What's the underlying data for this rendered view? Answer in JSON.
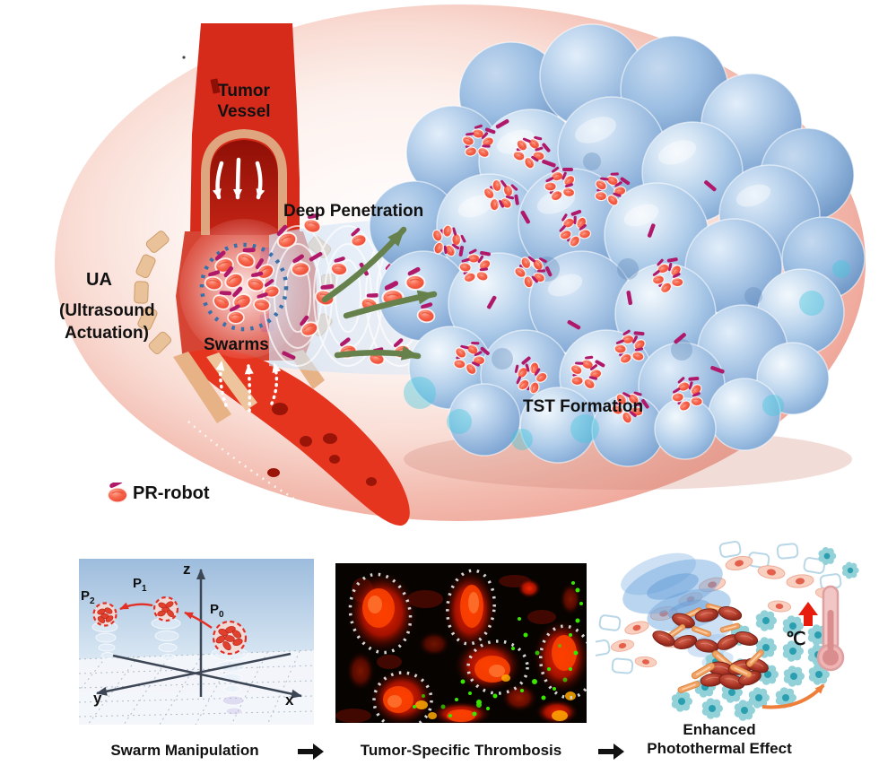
{
  "scene": {
    "labels": {
      "tumor_vessel_line1": "Tumor",
      "tumor_vessel_line2": "Vessel",
      "deep_penetration": "Deep Penetration",
      "ua_abbr": "UA",
      "ua_full_line1": "(Ultrasound",
      "ua_full_line2": "Actuation)",
      "swarms": "Swarms",
      "tst_formation": "TST Formation"
    },
    "legend": {
      "pr_robot": "PR-robot"
    }
  },
  "panels": {
    "swarm_manipulation": {
      "caption": "Swarm Manipulation",
      "axes": {
        "x": "x",
        "y": "y",
        "z": "z"
      },
      "positions": [
        {
          "base": "P",
          "sub": "0"
        },
        {
          "base": "P",
          "sub": "1"
        },
        {
          "base": "P",
          "sub": "2"
        }
      ]
    },
    "thrombosis": {
      "caption": "Tumor-Specific Thrombosis"
    },
    "photothermal": {
      "caption_line1": "Enhanced",
      "caption_line2": "Photothermal Effect",
      "temperature_unit": "℃"
    }
  },
  "icons": {
    "caption_flow_arrow": "→",
    "temperature_rise_arrow": "↑",
    "heat_transfer_arrow": "curved-orange-arrow",
    "penetration_arrow": "curved-green-arrow"
  },
  "colors": {
    "background": "#ffffff",
    "tissue_ellipse_edge": "#efaca0",
    "tissue_ellipse_center": "#fdf5f2",
    "vessel_red": "#d62b1b",
    "vessel_wall_tan": "#e2ab7e",
    "vessel_lumen_dark": "#a81408",
    "tumor_cell_blue": "#a9c9e8",
    "teal_accent": "#3fc8de",
    "pr_robot_body": "#f2563f",
    "pr_robot_rod": "#b0186a",
    "swarm_ring_blue": "#3572ad",
    "penetration_arrow_green": "#66814b",
    "beam_blue": "#d6e7f6",
    "label_text": "#111111",
    "dashed_marker_red": "#e23026",
    "axis_gray": "#3c4654",
    "fluorescence_red": "#ff2a00",
    "fluorescence_green": "#3ae600",
    "roi_ring_gray": "#d4d4d4",
    "healthy_cell_pink": "#f9cfc0",
    "tumor_cell_teal": "#93d1d8",
    "thrombus_dark_red": "#b03a2a",
    "rod_orange": "#f2a263",
    "thermometer_pink": "#f3c6c6",
    "heat_arrow_red": "#e81c0c",
    "heat_curve_orange": "#ee7f3a"
  }
}
